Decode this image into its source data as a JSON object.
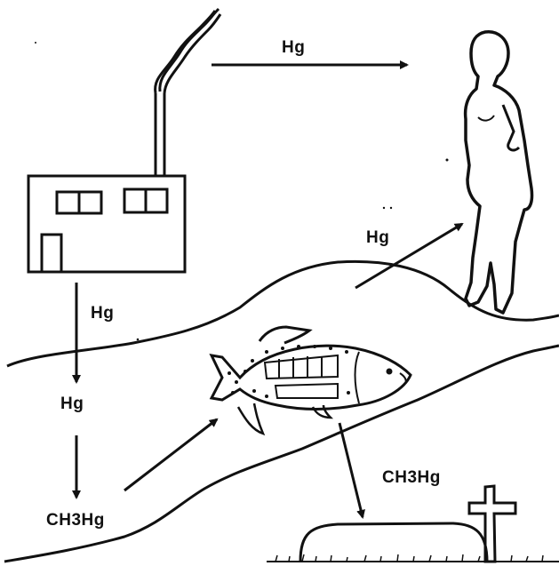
{
  "labels": {
    "air": "Hg",
    "ground": "Hg",
    "factory_discharge": "Hg",
    "water": "Hg",
    "sediment": "CH3Hg",
    "burial": "CH3Hg"
  },
  "colors": {
    "ink": "#111111",
    "background": "#ffffff"
  }
}
